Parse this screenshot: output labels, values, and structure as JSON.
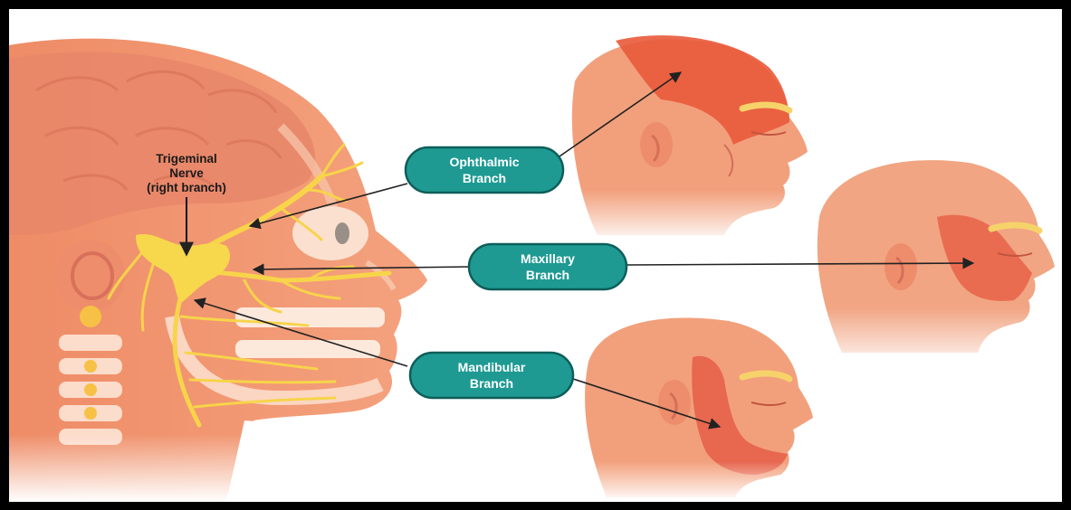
{
  "nerve_label": {
    "line1": "Trigeminal",
    "line2": "Nerve",
    "line3": "(right branch)"
  },
  "branches": [
    {
      "line1": "Ophthalmic",
      "line2": "Branch"
    },
    {
      "line1": "Maxillary",
      "line2": "Branch"
    },
    {
      "line1": "Mandibular",
      "line2": "Branch"
    }
  ],
  "colors": {
    "frame": "#000000",
    "skin": "#f3a07a",
    "skin_light": "#f8c3a6",
    "brain": "#e8876a",
    "nerve": "#f7d44a",
    "pill": "#1e9a93",
    "pill_border": "#0e5e5a",
    "zone_ophthalmic": "#ea5a3c",
    "zone_maxillary": "#e9664a",
    "zone_mandibular": "#e6604a",
    "eyebrow": "#f6d36a"
  }
}
